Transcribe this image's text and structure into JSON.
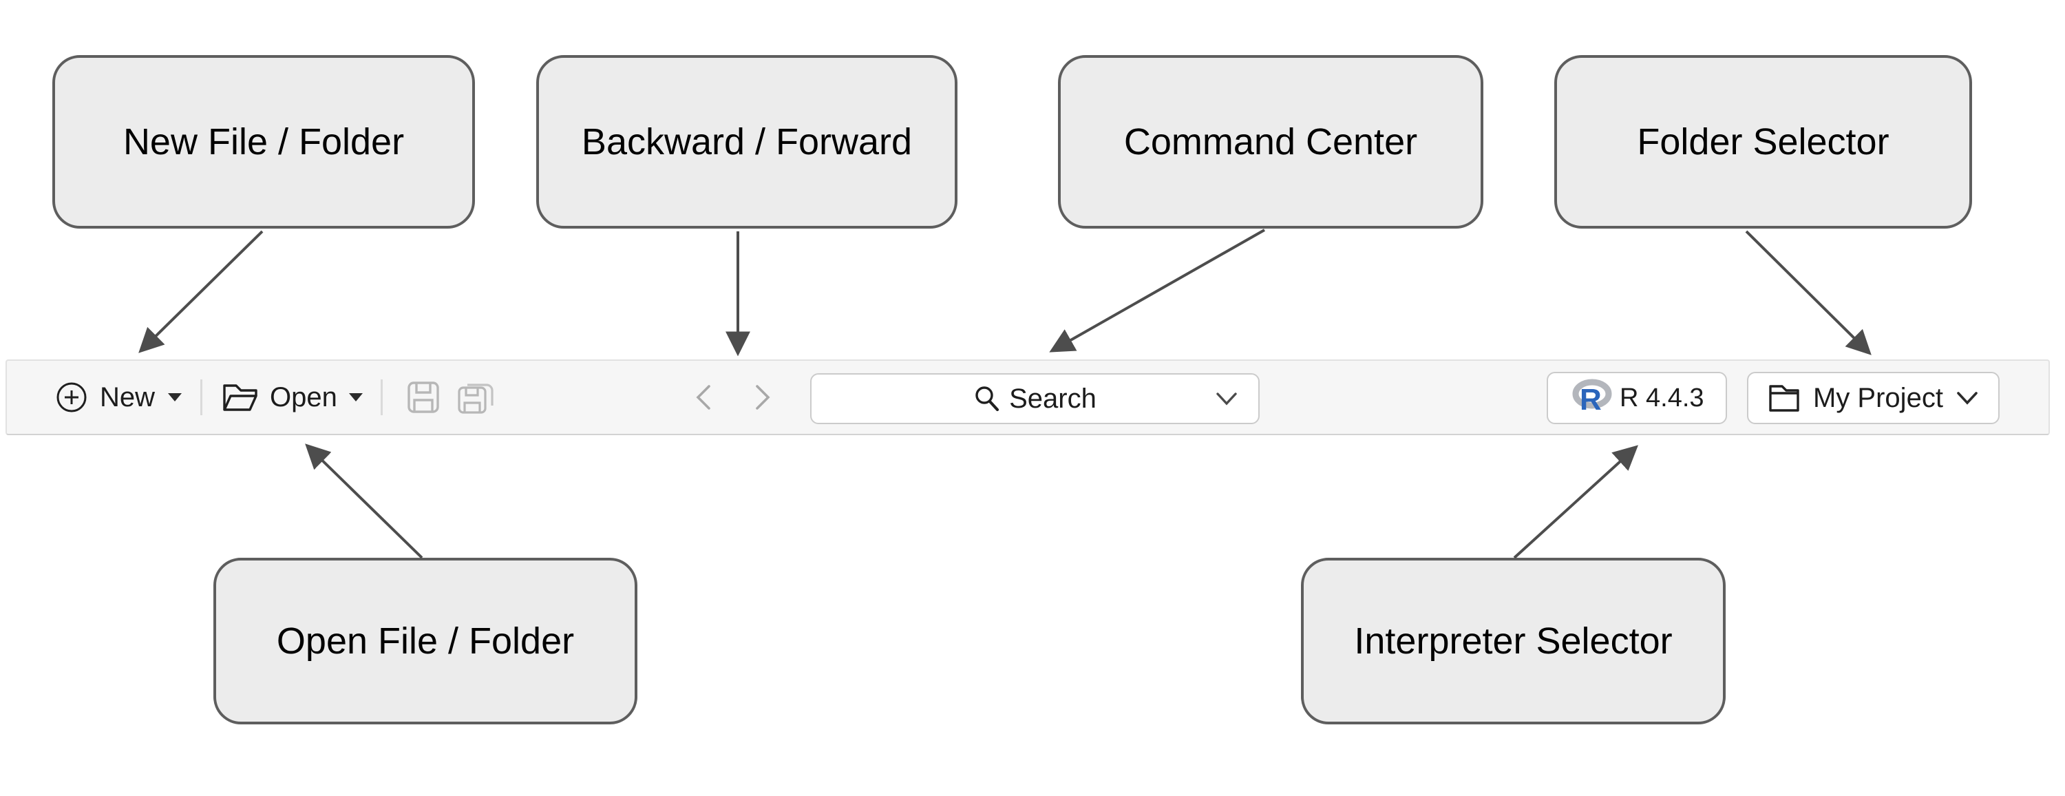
{
  "callouts": {
    "new_file_folder": "New File / Folder",
    "backward_forward": "Backward / Forward",
    "command_center": "Command Center",
    "folder_selector": "Folder Selector",
    "open_file_folder": "Open File / Folder",
    "interpreter_selector": "Interpreter Selector"
  },
  "toolbar": {
    "new_label": "New",
    "open_label": "Open",
    "search_label": "Search",
    "interpreter_label": "R 4.4.3",
    "interpreter_logo_letter": "R",
    "project_label": "My Project",
    "icons": [
      "plus-circle-icon",
      "caret-down-icon",
      "folder-open-icon",
      "save-icon",
      "save-all-icon",
      "chevron-left-icon",
      "chevron-right-icon",
      "search-icon",
      "chevron-down-icon",
      "r-logo-icon",
      "folder-icon"
    ],
    "colors": {
      "toolbar_bg": "#f6f6f6",
      "button_bg": "#ffffff",
      "button_border": "#cbcbcb",
      "text": "#1c1c1c",
      "disabled_icon": "#b7b7b7",
      "nav_chevron": "#a8a8a8",
      "r_logo_blue": "#2b65bb",
      "r_logo_ring": "#b3b6bc"
    }
  },
  "diagram": {
    "box_fill": "#ececec",
    "box_border": "#5e5e5e",
    "arrow_color": "#4d4d4d"
  }
}
